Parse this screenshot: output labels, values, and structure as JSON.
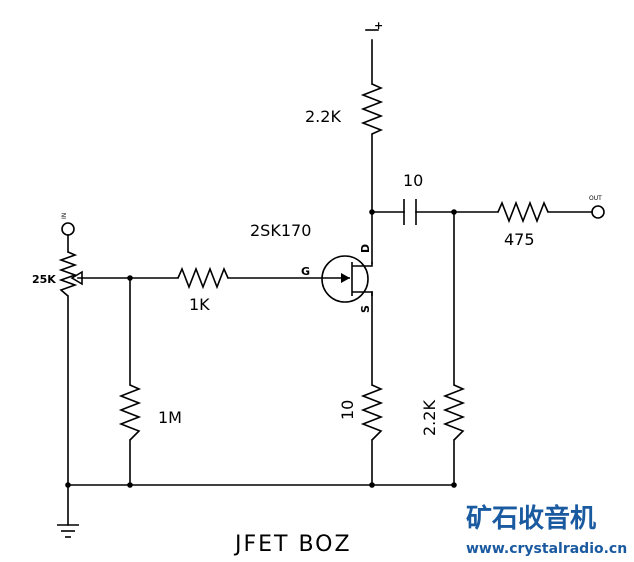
{
  "diagram": {
    "title": "JFET BOZ",
    "supply_label": "+",
    "input_label": "IN",
    "output_label": "OUT",
    "transistor": {
      "part": "2SK170",
      "pin_g": "G",
      "pin_d": "D",
      "pin_s": "S"
    },
    "components": {
      "r_drain": "2.2K",
      "cap_out": "10",
      "r_out": "475",
      "pot_in": "25K",
      "r_gate": "1K",
      "r_bias": "1M",
      "r_source": "10",
      "r_load": "2.2K"
    },
    "watermark": {
      "name": "矿石收音机",
      "url": "www.crystalradio.cn"
    }
  }
}
